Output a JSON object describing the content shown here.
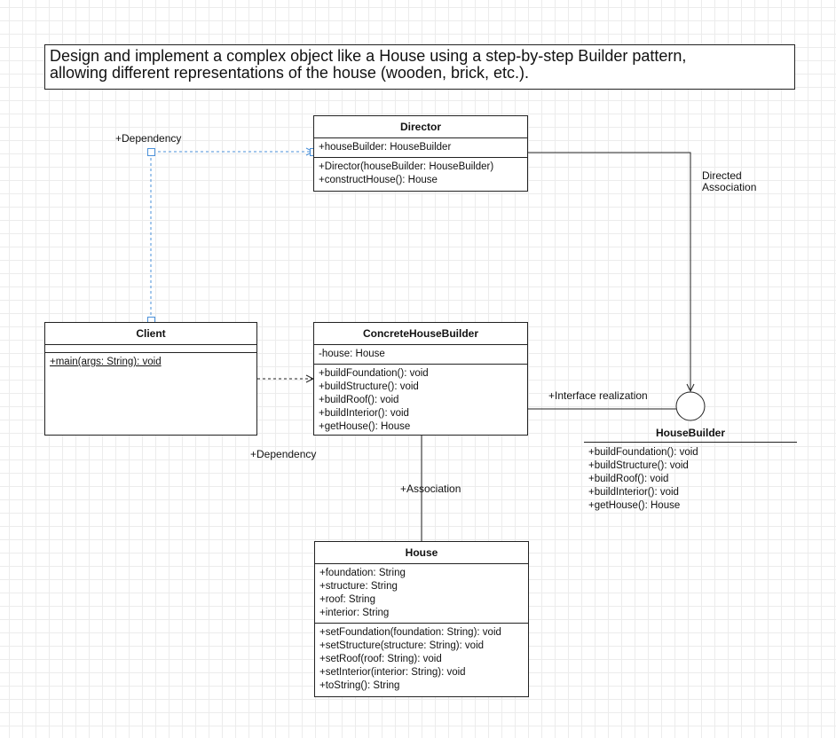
{
  "problem": {
    "line1": "Design and implement a complex object like a House using a step-by-step Builder pattern,",
    "line2": "allowing different representations of the house (wooden, brick, etc.)."
  },
  "classes": {
    "director": {
      "name": "Director",
      "attributes": [
        "+houseBuilder: HouseBuilder"
      ],
      "methods": [
        "+Director(houseBuilder: HouseBuilder)",
        "+constructHouse(): House"
      ]
    },
    "client": {
      "name": "Client",
      "attributes": [],
      "methods": [
        "+main(args: String): void"
      ]
    },
    "concrete": {
      "name": "ConcreteHouseBuilder",
      "attributes": [
        "-house: House"
      ],
      "methods": [
        "+buildFoundation(): void",
        "+buildStructure(): void",
        "+buildRoof(): void",
        "+buildInterior(): void",
        "+getHouse(): House"
      ]
    },
    "house": {
      "name": "House",
      "attributes": [
        "+foundation: String",
        "+structure: String",
        "+roof: String",
        "+interior: String"
      ],
      "methods": [
        "+setFoundation(foundation: String): void",
        "+setStructure(structure: String): void",
        "+setRoof(roof: String): void",
        "+setInterior(interior: String): void",
        "+toString(): String"
      ]
    }
  },
  "interface": {
    "name": "HouseBuilder",
    "methods": [
      "+buildFoundation(): void",
      "+buildStructure(): void",
      "+buildRoof(): void",
      "+buildInterior(): void",
      "+getHouse(): House"
    ]
  },
  "labels": {
    "dependency_top": "+Dependency",
    "dependency_bottom": "+Dependency",
    "directed_line1": "Directed",
    "directed_line2": "Association",
    "realization": "+Interface realization",
    "association": "+Association"
  },
  "colors": {
    "line": "#222222",
    "selected": "#4a90d9"
  }
}
